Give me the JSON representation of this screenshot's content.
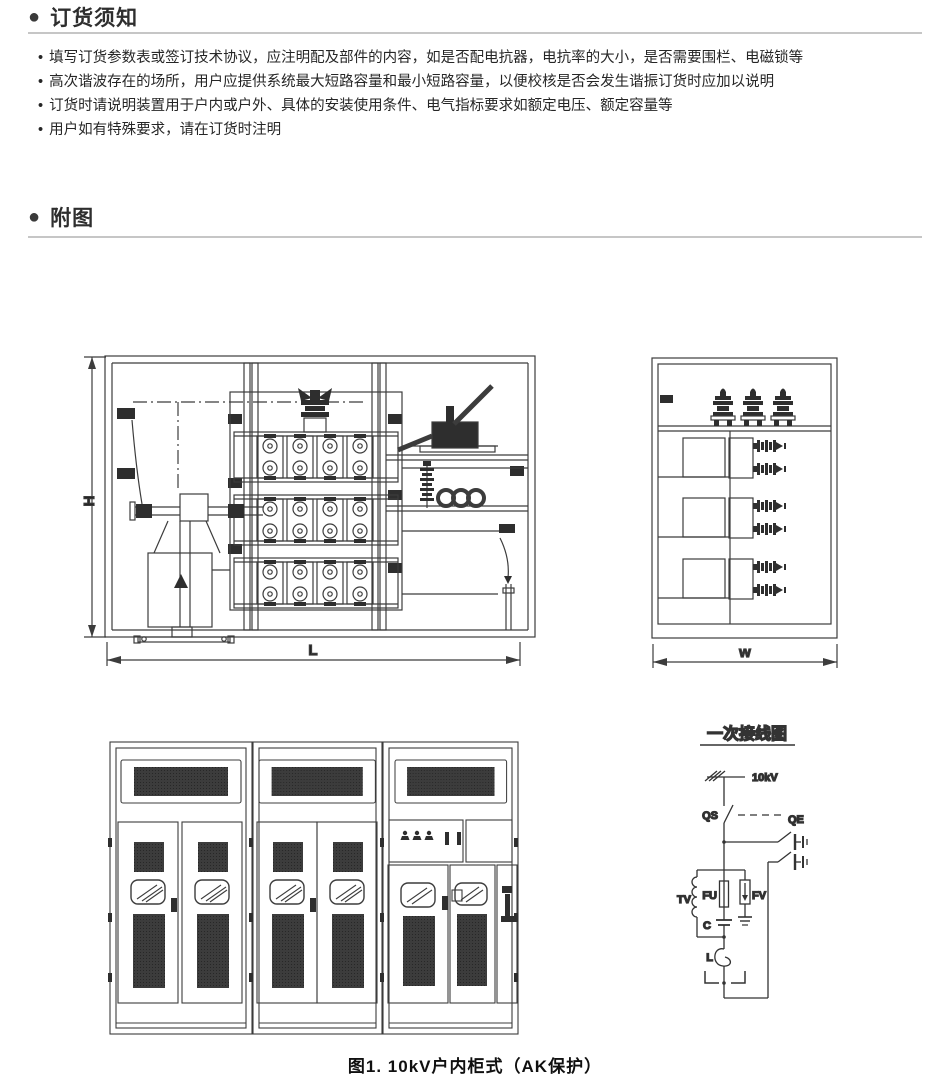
{
  "colors": {
    "ink": "#3a3a3a",
    "fill_dark": "#2e2e2e",
    "rule": "#c6c6c6"
  },
  "sections": {
    "ordering": {
      "marker": "●",
      "title": "订货须知",
      "bullet": "•",
      "bullets": [
        "填写订货参数表或签订技术协议，应注明配及部件的内容，如是否配电抗器，电抗率的大小，是否需要围栏、电磁锁等",
        "高次谐波存在的场所，用户应提供系统最大短路容量和最小短路容量，以便校核是否会发生谐振订货时应加以说明",
        "订货时请说明装置用于户内或户外、具体的安装使用条件、电气指标要求如额定电压、额定容量等",
        "用户如有特殊要求，请在订货时注明"
      ]
    },
    "figures": {
      "marker": "●",
      "title": "附图"
    }
  },
  "figure": {
    "front_view": {
      "height_label": "H",
      "length_label": "L"
    },
    "side_view": {
      "width_label": "w"
    },
    "wiring": {
      "title": "一次接线图",
      "labels": {
        "source": "10kV",
        "disconnector": "QS",
        "earth_switch": "QE",
        "voltage_transformer": "TV",
        "fuse": "FU",
        "capacitor": "C",
        "arrester": "FV",
        "reactor": "L"
      }
    },
    "caption": "图1. 10kV户内柜式（AK保护）"
  }
}
